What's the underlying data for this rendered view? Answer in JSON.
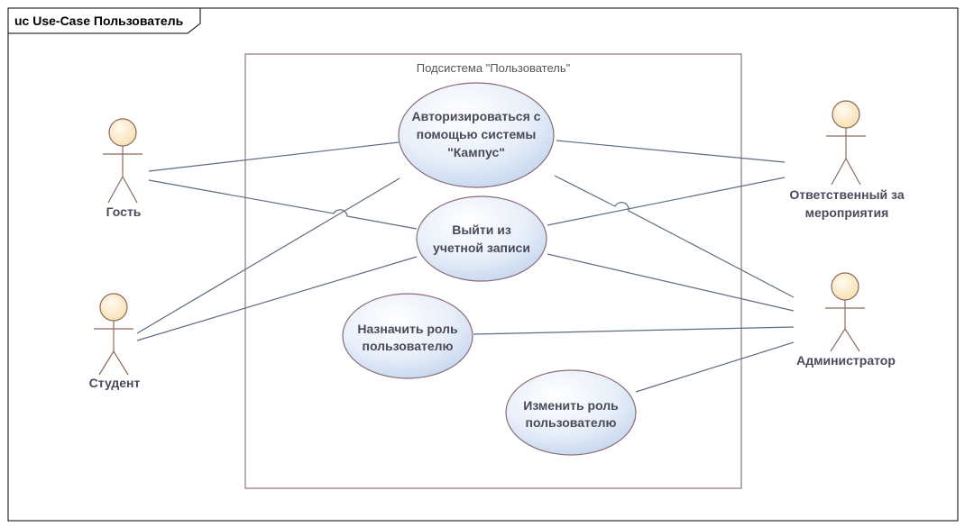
{
  "frame": {
    "title": "uc Use-Case Пользователь"
  },
  "system": {
    "label": "Подсистема \"Пользователь\""
  },
  "actors": {
    "guest": "Гость",
    "student": "Студент",
    "responsible_line1": "Ответственный за",
    "responsible_line2": "мероприятия",
    "admin": "Администратор"
  },
  "usecases": {
    "authorize": {
      "line1": "Авторизироваться с",
      "line2": "помощью системы",
      "line3": "\"Кампус\""
    },
    "logout": {
      "line1": "Выйти из",
      "line2": "учетной записи"
    },
    "assign_role": {
      "line1": "Назначить роль",
      "line2": "пользователю"
    },
    "change_role": {
      "line1": "Изменить роль",
      "line2": "пользователю"
    }
  },
  "colors": {
    "actor_head": "#fce9c8",
    "actor_stroke": "#8a6a5a",
    "usecase_fill_top": "#ffffff",
    "usecase_fill_bottom": "#c9d9f1",
    "usecase_stroke": "#8a6a7a",
    "association": "#5f6b80",
    "boundary": "#8a7a7a"
  }
}
